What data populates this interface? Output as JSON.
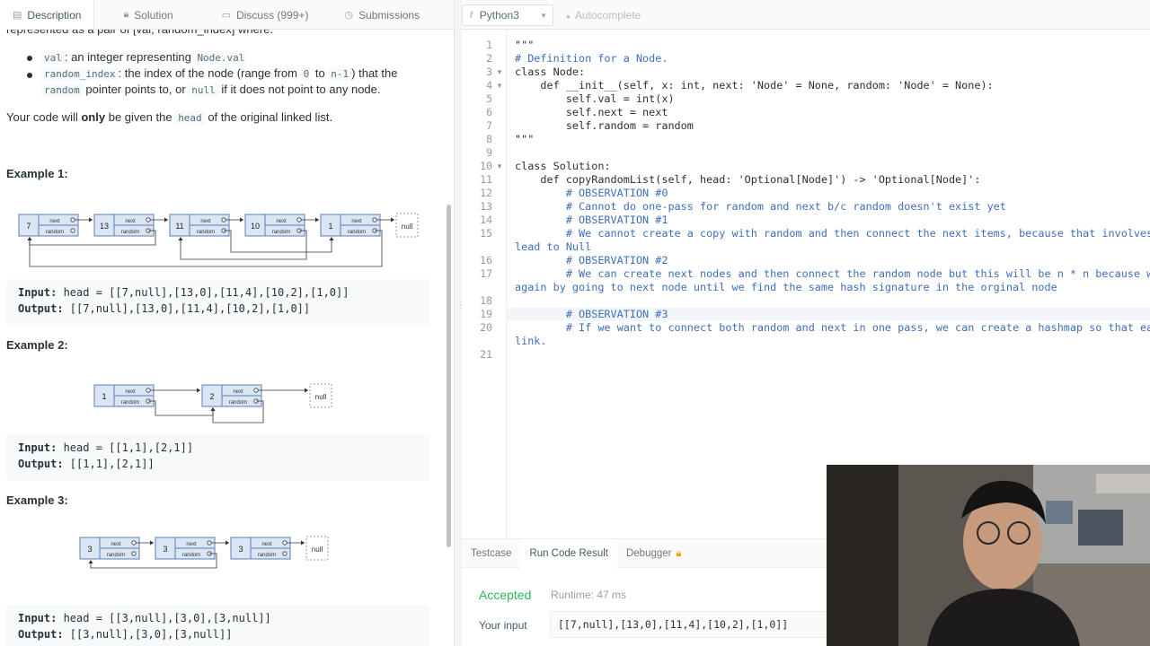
{
  "tabs": [
    {
      "label": "Description"
    },
    {
      "label": "Solution"
    },
    {
      "label": "Discuss (999+)"
    },
    {
      "label": "Submissions"
    }
  ],
  "description": {
    "top_line": "represented as a pair of [val, random_index] where:",
    "bullet1_code": "val",
    "bullet1_text": ": an integer representing",
    "bullet1_code2": "Node.val",
    "bullet2_code": "random_index",
    "bullet2_text": ": the index of the node (range from",
    "bullet2_code2": "0",
    "bullet2_to": "to",
    "bullet2_code3": "n-1",
    "bullet2_text2": ") that the",
    "bullet2b_code": "random",
    "bullet2b_text": "pointer points to, or",
    "bullet2b_code2": "null",
    "bullet2b_text2": "if it does not point to any node.",
    "only_pre": "Your code will",
    "only_bold": "only",
    "only_mid": "be given the",
    "only_code": "head",
    "only_post": "of the original linked list.",
    "examples": [
      {
        "title": "Example 1:",
        "input_label": "Input:",
        "input": " head = [[7,null],[13,0],[11,4],[10,2],[1,0]]",
        "output_label": "Output:",
        "output": " [[7,null],[13,0],[11,4],[10,2],[1,0]]",
        "nodes": [
          "7",
          "13",
          "11",
          "10",
          "1"
        ]
      },
      {
        "title": "Example 2:",
        "input_label": "Input:",
        "input": " head = [[1,1],[2,1]]",
        "output_label": "Output:",
        "output": " [[1,1],[2,1]]",
        "nodes": [
          "1",
          "2"
        ]
      },
      {
        "title": "Example 3:",
        "input_label": "Input:",
        "input": " head = [[3,null],[3,0],[3,null]]",
        "output_label": "Output:",
        "output": " [[3,null],[3,0],[3,null]]",
        "nodes": [
          "3",
          "3",
          "3"
        ]
      }
    ],
    "diagram_next": "next",
    "diagram_random": "random",
    "diagram_null": "null"
  },
  "editor": {
    "language": "Python3",
    "autocomplete": "Autocomplete",
    "lines": [
      {
        "n": "1",
        "text": "\"\"\""
      },
      {
        "n": "2",
        "text": "# Definition for a Node."
      },
      {
        "n": "3",
        "text": "class Node:"
      },
      {
        "n": "4",
        "text": "    def __init__(self, x: int, next: 'Node' = None, random: 'Node' = None):"
      },
      {
        "n": "5",
        "text": "        self.val = int(x)"
      },
      {
        "n": "6",
        "text": "        self.next = next"
      },
      {
        "n": "7",
        "text": "        self.random = random"
      },
      {
        "n": "8",
        "text": "\"\"\""
      },
      {
        "n": "9",
        "text": ""
      },
      {
        "n": "10",
        "text": "class Solution:"
      },
      {
        "n": "11",
        "text": "    def copyRandomList(self, head: 'Optional[Node]') -> 'Optional[Node]':"
      },
      {
        "n": "12",
        "text": "        # OBSERVATION #0"
      },
      {
        "n": "13",
        "text": "        # Cannot do one-pass for random and next b/c random doesn't exist yet"
      },
      {
        "n": "14",
        "text": "        # OBSERVATION #1"
      },
      {
        "n": "15",
        "text": "        # We cannot create a copy with random and then connect the next items, because that involves t"
      },
      {
        "n": "",
        "text": "lead to Null"
      },
      {
        "n": "16",
        "text": "        # OBSERVATION #2"
      },
      {
        "n": "17",
        "text": "        # We can create next nodes and then connect the random node but this will be n * n because we h"
      },
      {
        "n": "",
        "text": "again by going to next node until we find the same hash signature in the orginal node"
      },
      {
        "n": "18",
        "text": ""
      },
      {
        "n": "19",
        "text": "        # OBSERVATION #3"
      },
      {
        "n": "20",
        "text": "        # If we want to connect both random and next in one pass, we can create a hashmap so that each"
      },
      {
        "n": "",
        "text": "link."
      },
      {
        "n": "21",
        "text": ""
      }
    ]
  },
  "bottom": {
    "tabs": [
      "Testcase",
      "Run Code Result",
      "Debugger"
    ],
    "status": "Accepted",
    "runtime": "Runtime: 47 ms",
    "your_input_label": "Your input",
    "your_input": "[[7,null],[13,0],[11,4],[10,2],[1,0]]"
  },
  "colors": {
    "accepted": "#2db55d",
    "node_fill": "#dbe6f4",
    "node_stroke": "#5b7fb5"
  }
}
